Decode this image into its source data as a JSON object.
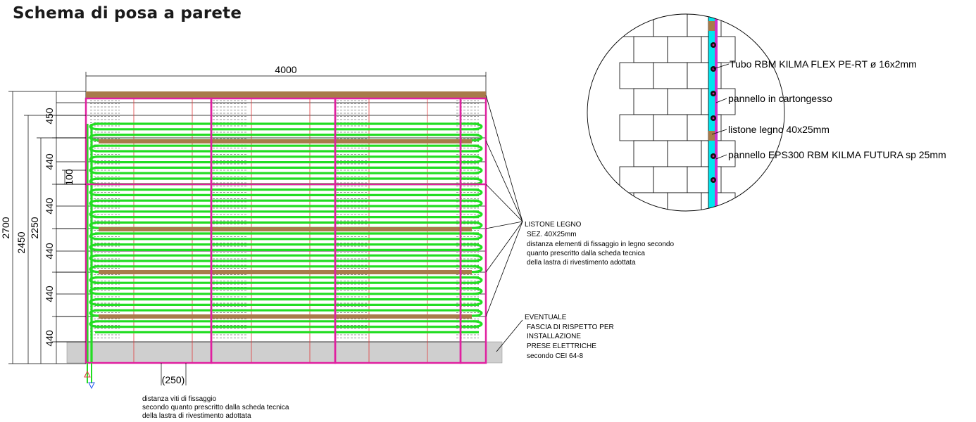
{
  "title": "Schema di posa a parete",
  "dimensions": {
    "width": "4000",
    "height_total": "2700",
    "height_2": "2450",
    "height_3": "2250",
    "panel_450": "450",
    "panel_440": "440",
    "spacing_100": "100",
    "screw_spacing": "(250)"
  },
  "screw_note": [
    "distanza viti di fissaggio",
    "secondo quanto prescritto dalla scheda tecnica",
    "della lastra di rivestimento adottata"
  ],
  "listone_note": [
    "LISTONE LEGNO",
    "SEZ. 40X25mm",
    "distanza elementi di fissaggio in legno secondo",
    "quanto prescritto dalla scheda tecnica",
    "della lastra di rivestimento adottata"
  ],
  "fascia_note": [
    "EVENTUALE",
    "FASCIA DI RISPETTO PER",
    "INSTALLAZIONE",
    "PRESE ELETTRICHE",
    "secondo CEI 64-8"
  ],
  "detail_labels": {
    "tube": "Tubo RBM KILMA FLEX PE-RT ø 16x2mm",
    "board": "pannello in cartongesso",
    "batten": "listone legno 40x25mm",
    "panel": "pannello EPS300 RBM KILMA FUTURA sp 25mm"
  },
  "colors": {
    "pipe": "#22dd22",
    "batten": "#a87b4a",
    "panel_outline": "#e020a0",
    "fixing_line": "#e03a3a",
    "eps_panel": "#00e5ee",
    "gypsum": "#cc33cc",
    "fascia": "#cfcfcf"
  }
}
